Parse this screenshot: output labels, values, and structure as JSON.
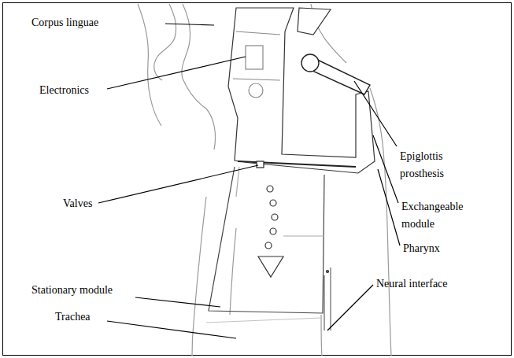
{
  "diagram": {
    "labels": [
      "Corpus linguae",
      "Electronics",
      "Epiglottis prosthesis",
      "Valves",
      "Exchangeable module",
      "Pharynx",
      "Stationary module",
      "Neural interface",
      "Trachea"
    ]
  }
}
